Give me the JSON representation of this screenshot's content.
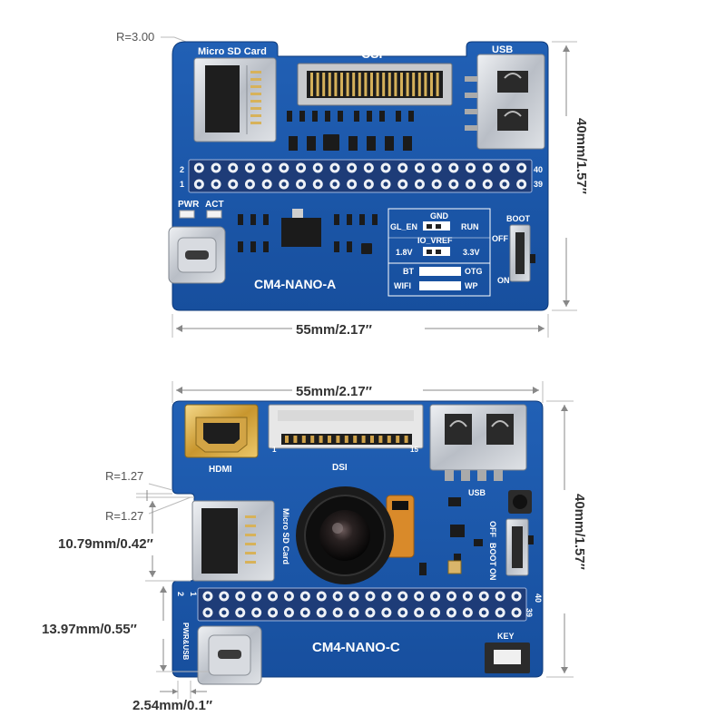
{
  "board_a": {
    "name": "CM4-NANO-A",
    "radius_label": "R=3.00",
    "width_label": "55mm/2.17″",
    "height_label": "40mm/1.57″",
    "connectors": {
      "microsd": "Micro SD Card",
      "csi": "CSI",
      "usb": "USB"
    },
    "header_pins": {
      "left_top": "2",
      "left_bottom": "1",
      "right_top": "40",
      "right_bottom": "39"
    },
    "leds": {
      "pwr": "PWR",
      "act": "ACT"
    },
    "jumpers": {
      "gnd": "GND",
      "gl_en": "GL_EN",
      "run": "RUN",
      "io_vref": "IO_VREF",
      "v18": "1.8V",
      "v33": "3.3V",
      "bt": "BT",
      "otg": "OTG",
      "wifi": "WIFI",
      "wp": "WP"
    },
    "boot_switch": {
      "label": "BOOT",
      "off": "OFF",
      "on": "ON"
    }
  },
  "board_c": {
    "name": "CM4-NANO-C",
    "width_label": "55mm/2.17″",
    "height_label": "40mm/1.57″",
    "r1_label": "R=1.27",
    "r2_label": "R=1.27",
    "notch_height_label": "10.79mm/0.42″",
    "usb_c_offset_label": "13.97mm/0.55″",
    "pitch_label": "2.54mm/0.1″",
    "connectors": {
      "hdmi": "HDMI",
      "dsi": "DSI",
      "dsi_pin1": "1",
      "dsi_pin15": "15",
      "usb": "USB",
      "microsd": "Micro SD Card",
      "pwr_usb": "PWR&USB",
      "key": "KEY"
    },
    "header_pins": {
      "left_top": "2",
      "left_bottom": "1",
      "right_top": "40",
      "right_bottom": "39"
    },
    "boot_switch": {
      "off": "OFF",
      "boot": "BOOT",
      "on": "ON"
    }
  },
  "colors": {
    "pcb_blue": "#1a56a8",
    "pcb_dark": "#0f3f86",
    "gold": "#d9b14a",
    "silver": "#c9ccd1"
  }
}
